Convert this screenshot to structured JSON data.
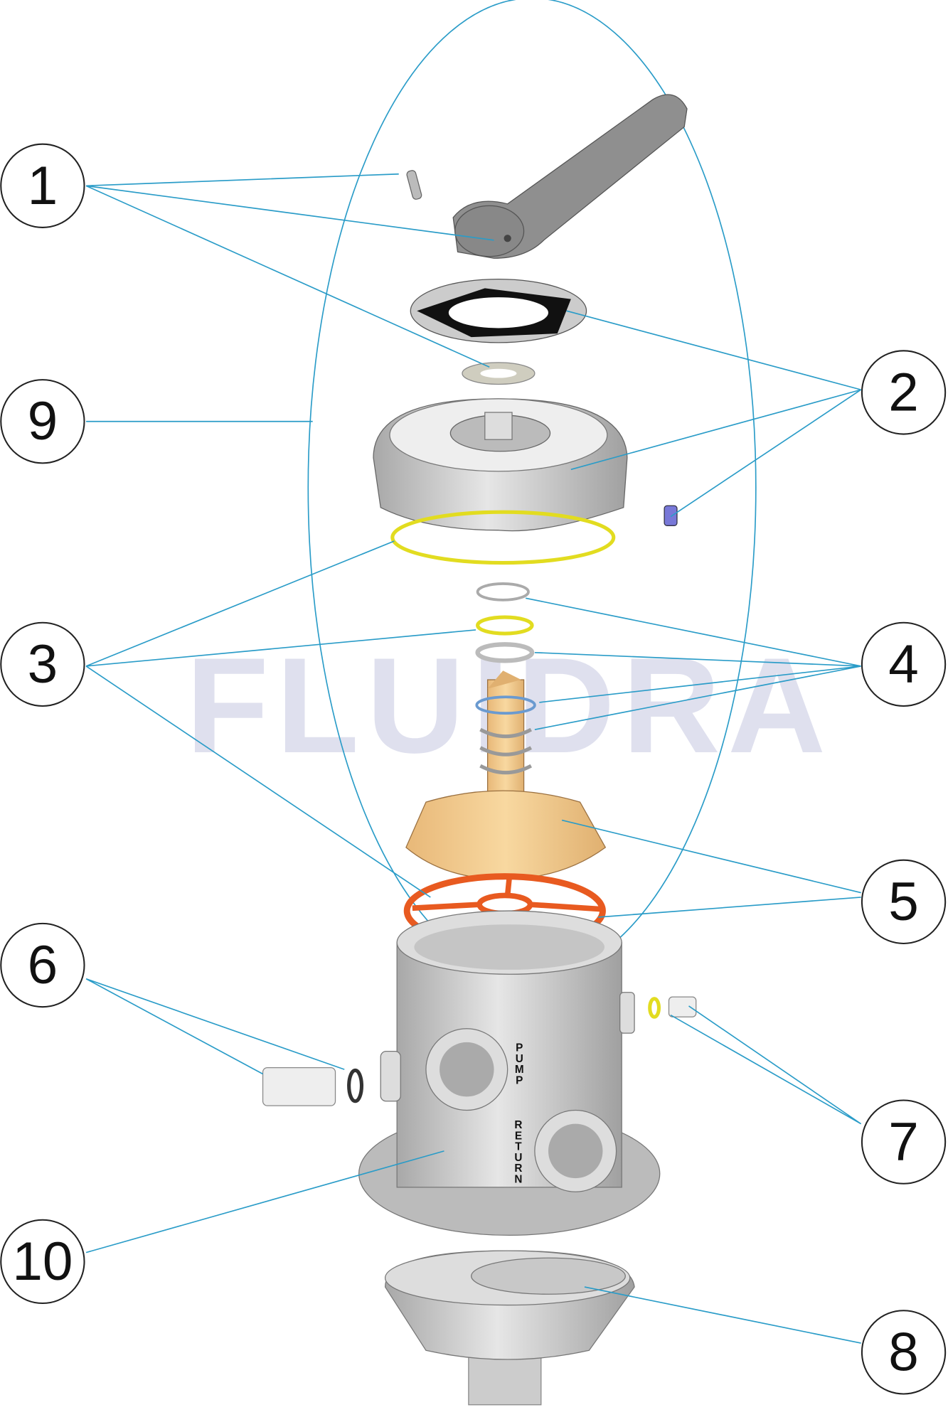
{
  "watermark": "FLUIDRA",
  "body_labels": {
    "pump": [
      "P",
      "U",
      "M",
      "P"
    ],
    "return": [
      "R",
      "E",
      "T",
      "U",
      "R",
      "N"
    ]
  },
  "callouts": [
    "1",
    "2",
    "3",
    "4",
    "5",
    "6",
    "7",
    "8",
    "9",
    "10"
  ],
  "colors": {
    "leader": "#2a9cc8",
    "gasket_yellow": "#e8e020",
    "gasket_orange": "#e85a20",
    "rotor": "#f2c583",
    "plastic_gray": "#c8c8c8"
  }
}
